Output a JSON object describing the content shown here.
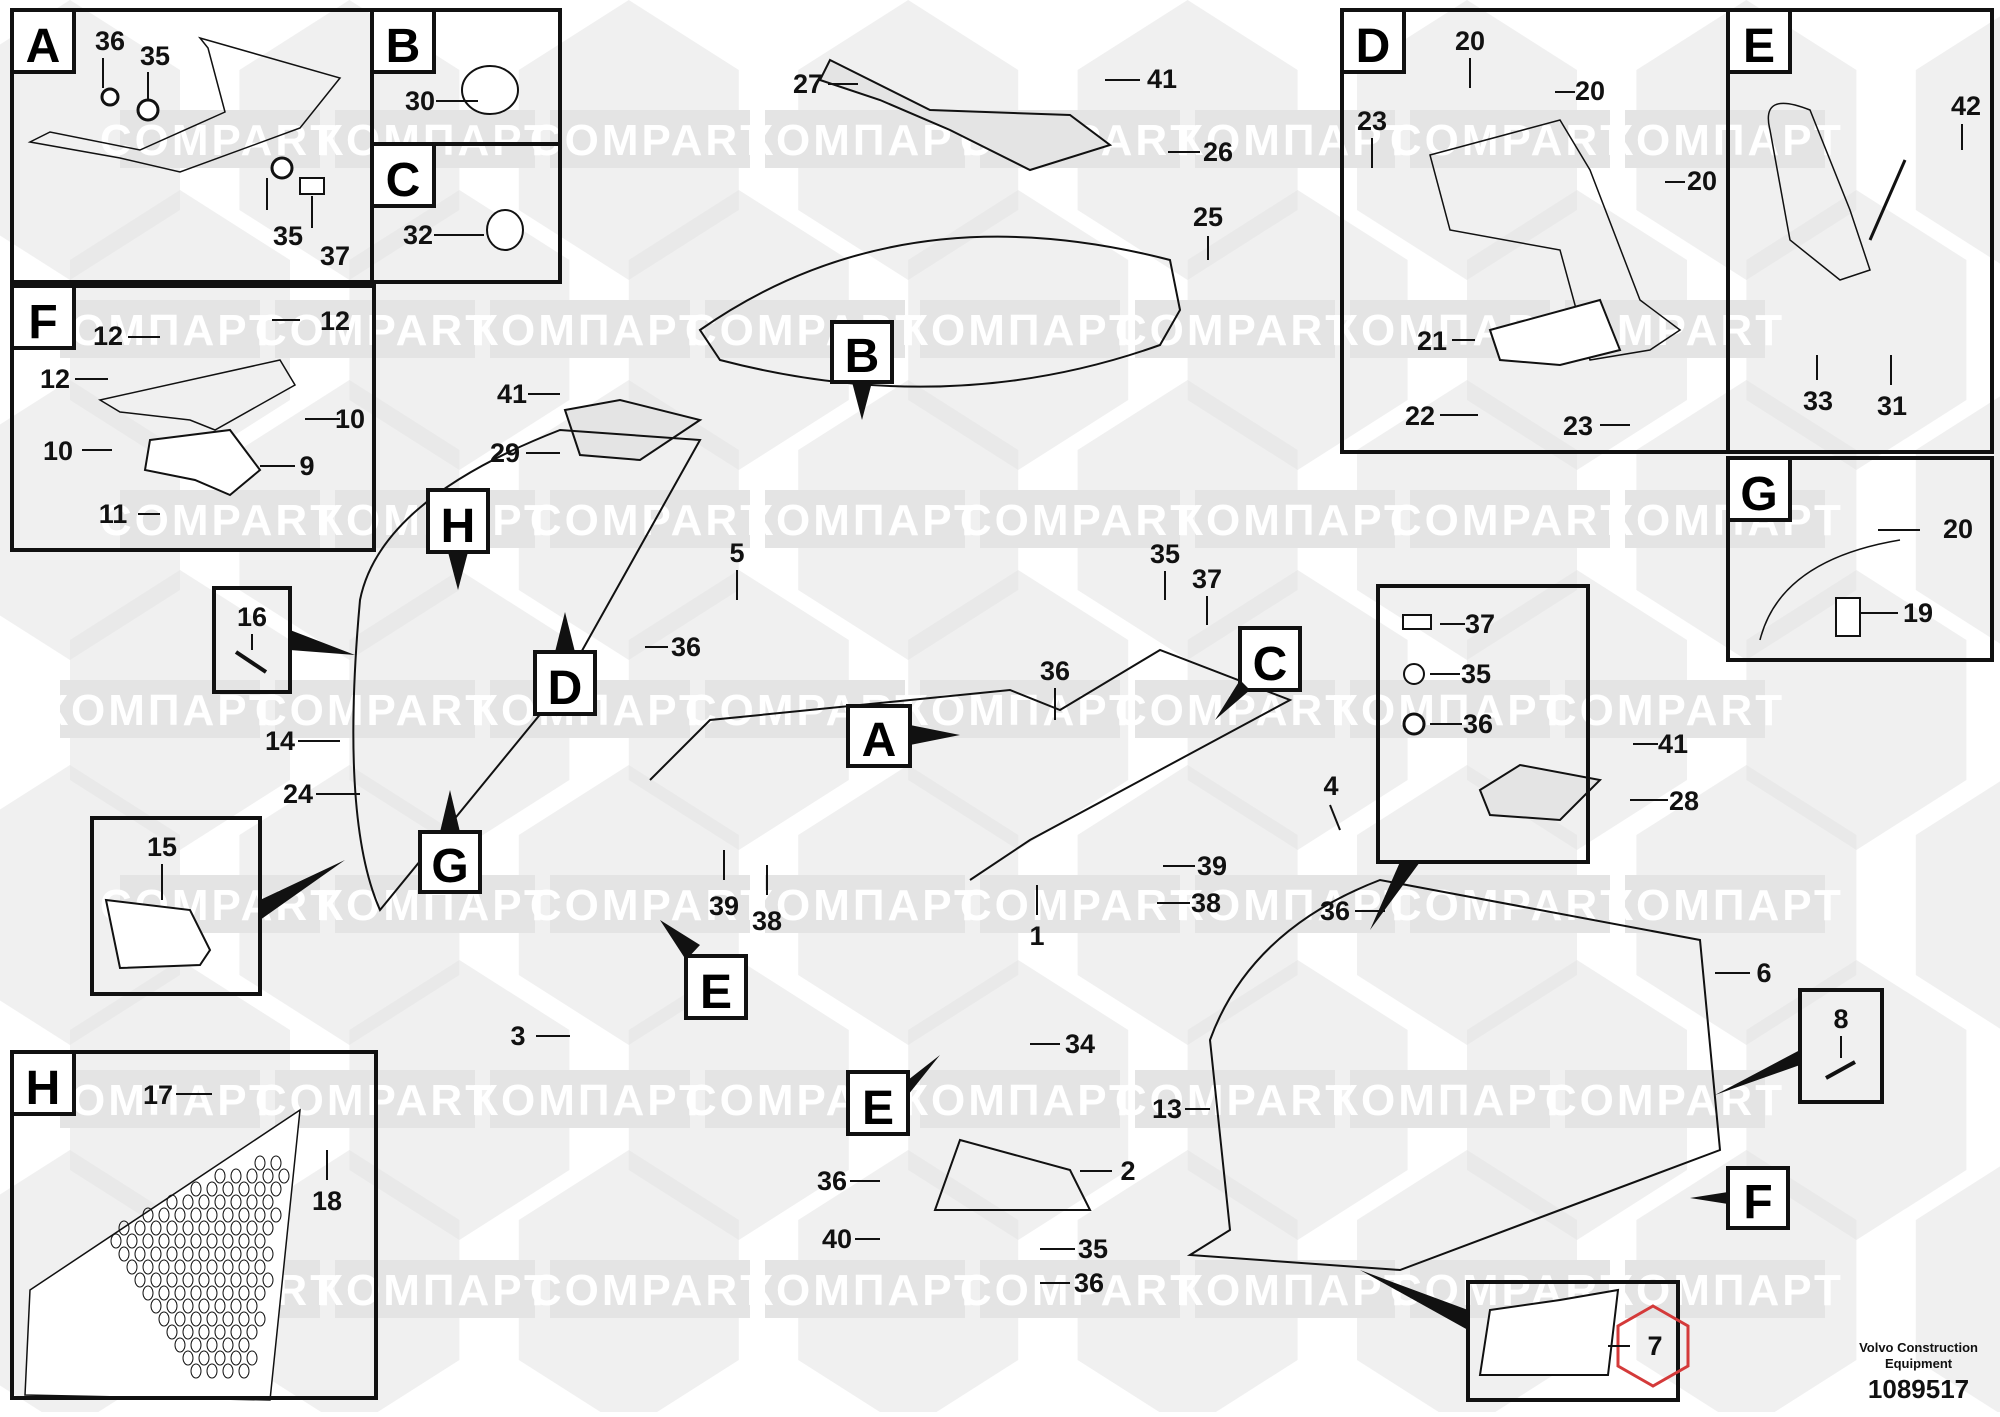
{
  "title": "Volvo Construction Equipment parts diagram – hood / engine cover assembly",
  "colors": {
    "line": "#111111",
    "watermark_fill": "#e4e4e4",
    "watermark_text": "#ffffff",
    "highlight": "#d43a3a"
  },
  "watermarks": [
    "COMPART",
    "КОМПАРТ"
  ],
  "footer": {
    "company_line1": "Volvo Construction",
    "company_line2": "Equipment",
    "document_number": "1089517"
  },
  "detail_views": [
    {
      "id": "A",
      "labels": [
        "36",
        "35",
        "35",
        "37"
      ]
    },
    {
      "id": "B",
      "labels": [
        "30"
      ]
    },
    {
      "id": "C",
      "labels": [
        "32"
      ]
    },
    {
      "id": "D",
      "labels": [
        "20",
        "20",
        "20",
        "23",
        "21",
        "22",
        "23"
      ]
    },
    {
      "id": "E",
      "labels": [
        "42",
        "33",
        "31"
      ]
    },
    {
      "id": "F",
      "labels": [
        "12",
        "12",
        "12",
        "10",
        "10",
        "9",
        "11"
      ]
    },
    {
      "id": "G",
      "labels": [
        "20",
        "19"
      ]
    },
    {
      "id": "H",
      "labels": [
        "17",
        "18"
      ]
    }
  ],
  "main_callouts": [
    "A",
    "B",
    "C",
    "D",
    "E",
    "E",
    "F",
    "G",
    "H"
  ],
  "part_numbers": [
    "1",
    "2",
    "3",
    "4",
    "5",
    "6",
    "7",
    "8",
    "9",
    "10",
    "11",
    "12",
    "13",
    "14",
    "15",
    "16",
    "17",
    "18",
    "19",
    "20",
    "21",
    "22",
    "23",
    "24",
    "25",
    "26",
    "27",
    "28",
    "29",
    "30",
    "31",
    "32",
    "33",
    "34",
    "35",
    "36",
    "37",
    "38",
    "39",
    "40",
    "41",
    "42"
  ],
  "highlighted_part": "7",
  "inset_boxes": [
    {
      "name": "fastener-set-inset",
      "labels": [
        "37",
        "35",
        "36"
      ]
    },
    {
      "name": "screw-16-inset",
      "labels": [
        "16"
      ]
    },
    {
      "name": "headlamp-15-inset",
      "labels": [
        "15"
      ]
    },
    {
      "name": "screw-8-inset",
      "labels": [
        "8"
      ]
    },
    {
      "name": "headlamp-7-inset",
      "labels": [
        "7"
      ]
    }
  ]
}
